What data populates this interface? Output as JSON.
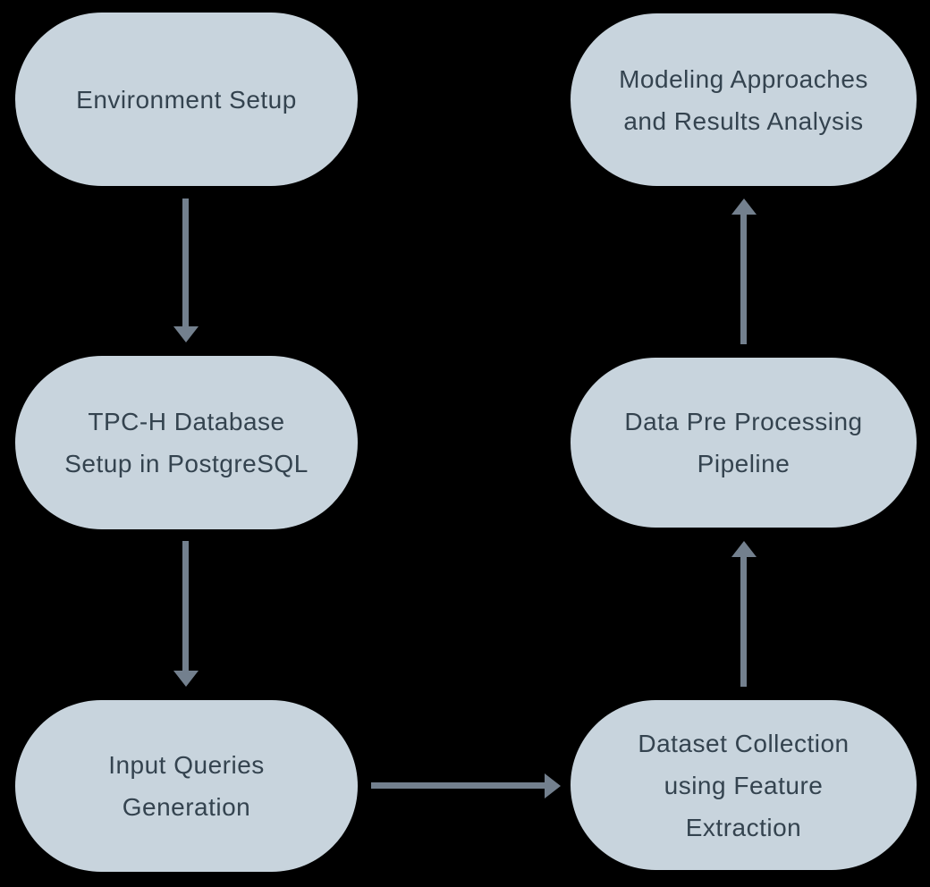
{
  "diagram": {
    "type": "flowchart",
    "colors": {
      "node-fill": "#c8d4dd",
      "node-text": "#34434f",
      "arrow": "#73808e",
      "background": "#000000"
    },
    "nodes": [
      {
        "id": "environment-setup",
        "label": "Environment Setup",
        "lines": [
          "Environment Setup"
        ]
      },
      {
        "id": "tpch-database-setup",
        "label": "TPC-H Database Setup in PostgreSQL",
        "lines": [
          "TPC-H Database",
          "Setup in PostgreSQL"
        ]
      },
      {
        "id": "input-queries-generation",
        "label": "Input Queries Generation",
        "lines": [
          "Input Queries",
          "Generation"
        ]
      },
      {
        "id": "modeling-approaches",
        "label": "Modeling Approaches and Results Analysis",
        "lines": [
          "Modeling Approaches",
          "and Results Analysis"
        ]
      },
      {
        "id": "data-pre-processing",
        "label": "Data Pre Processing Pipeline",
        "lines": [
          "Data Pre Processing",
          "Pipeline"
        ]
      },
      {
        "id": "dataset-collection",
        "label": "Dataset Collection using Feature Extraction",
        "lines": [
          "Dataset Collection",
          "using Feature",
          "Extraction"
        ]
      }
    ],
    "edges": [
      {
        "from": "environment-setup",
        "to": "tpch-database-setup",
        "direction": "down"
      },
      {
        "from": "tpch-database-setup",
        "to": "input-queries-generation",
        "direction": "down"
      },
      {
        "from": "input-queries-generation",
        "to": "dataset-collection",
        "direction": "right"
      },
      {
        "from": "dataset-collection",
        "to": "data-pre-processing",
        "direction": "up"
      },
      {
        "from": "data-pre-processing",
        "to": "modeling-approaches",
        "direction": "up"
      }
    ]
  }
}
